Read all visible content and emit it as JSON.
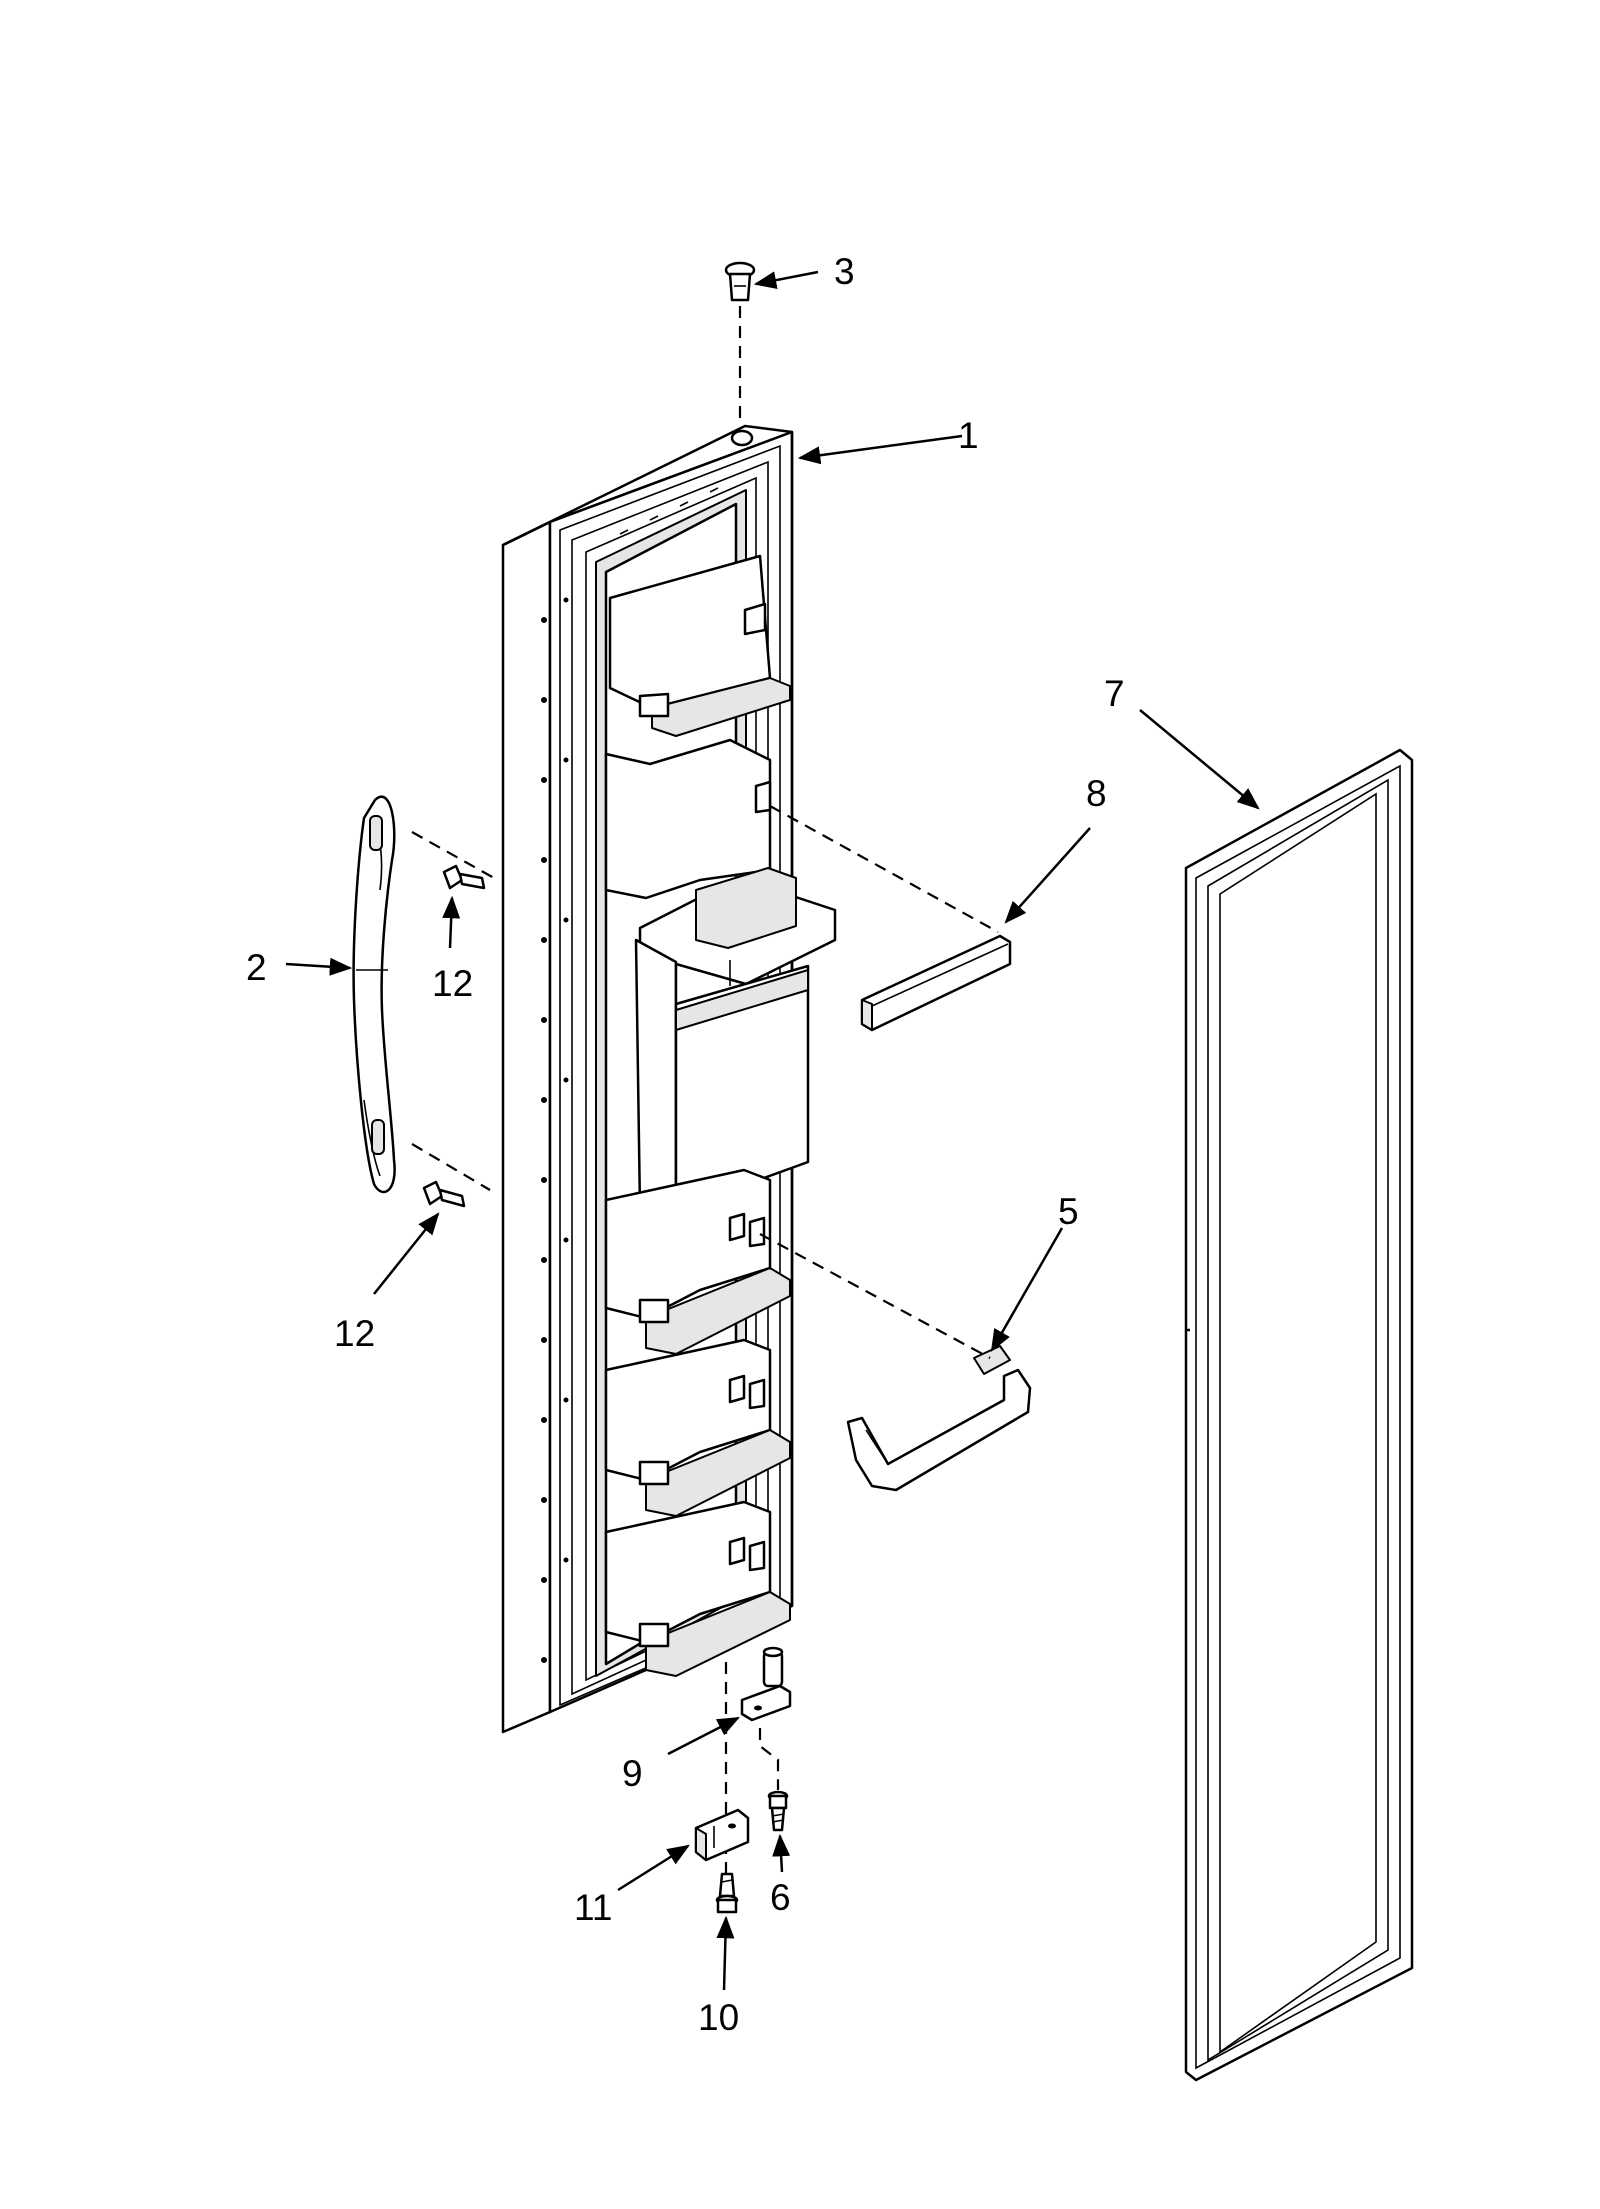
{
  "diagram": {
    "callouts": [
      "1",
      "2",
      "3",
      "5",
      "6",
      "7",
      "8",
      "9",
      "10",
      "11",
      "12",
      "12"
    ],
    "parts": [
      "freezer-door",
      "door-handle",
      "door-stop-plug",
      "door-bin",
      "hinge-screw",
      "door-gasket",
      "bin-trim",
      "bottom-hinge",
      "closure-screw",
      "door-closure-cam",
      "handle-screw-upper",
      "handle-screw-lower"
    ]
  }
}
